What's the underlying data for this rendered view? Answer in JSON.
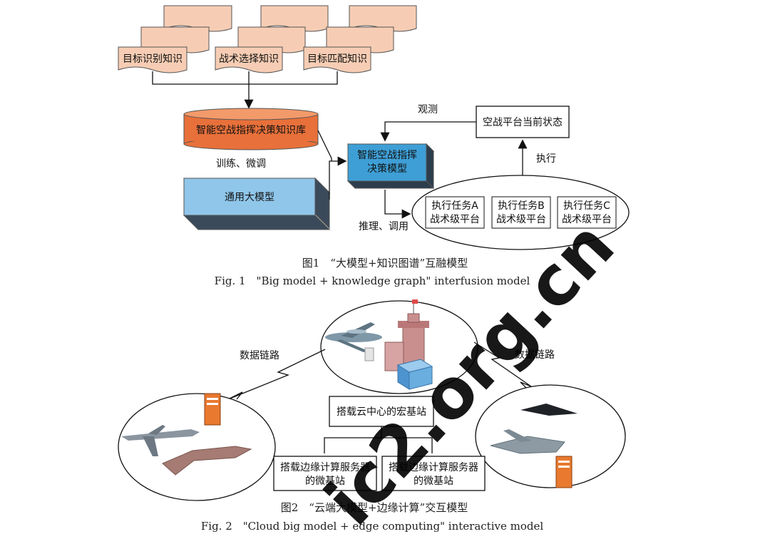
{
  "figure1": {
    "docs": [
      "目标识别知识",
      "战术选择知识",
      "目标匹配知识"
    ],
    "kb_label": "智能空战指挥决策知识库",
    "train_label": "训练、微调",
    "general_model": "通用大模型",
    "decision_model_line1": "智能空战指挥",
    "decision_model_line2": "决策模型",
    "observe_label": "观测",
    "state_label": "空战平台当前状态",
    "execute_label": "执行",
    "reason_label": "推理、调用",
    "tasks": [
      {
        "line1": "执行任务A",
        "line2": "战术级平台"
      },
      {
        "line1": "执行任务B",
        "line2": "战术级平台"
      },
      {
        "line1": "执行任务C",
        "line2": "战术级平台"
      }
    ],
    "caption_cn": "图1　“大模型+知识图谱”互融模型",
    "caption_en": "Fig. 1　\"Big model + knowledge graph\" interfusion model"
  },
  "figure2": {
    "link_left": "数据链路",
    "link_right": "数据链路",
    "macro_station": "搭载云中心的宏基站",
    "micro_station_1_line1": "搭载边缘计算服务器",
    "micro_station_1_line2": "的微基站",
    "micro_station_2_line1": "搭载边缘计算服务器",
    "micro_station_2_line2": "的微基站",
    "caption_cn": "图2　“云端大模型+边缘计算”交互模型",
    "caption_en": "Fig. 2　\"Cloud big model + edge computing\" interactive model"
  },
  "watermark": "ic2.org.cn",
  "colors": {
    "doc_fill": "#f6cdb4",
    "kb_fill": "#e8703a",
    "general_fill": "#8fc6ea",
    "decision_fill": "#3e9fd6",
    "dark_side": "#3b4a5a"
  }
}
